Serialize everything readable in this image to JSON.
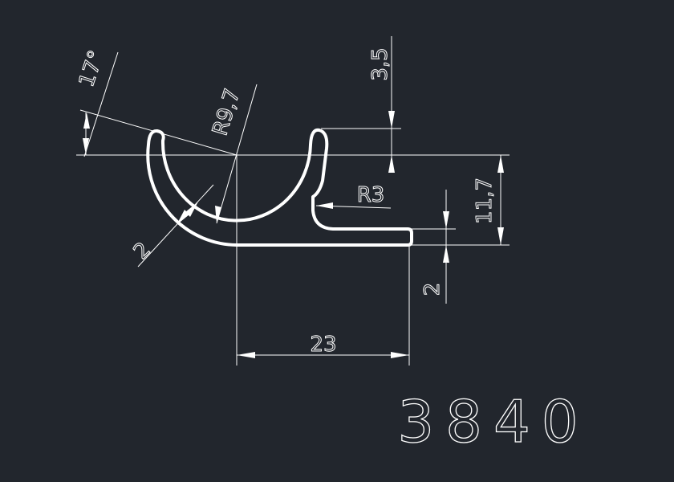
{
  "drawing": {
    "part_number": "3840",
    "dimensions": {
      "angle": "17°",
      "radius_main": "R9,7",
      "radius_small": "R3",
      "lip_height": "3,5",
      "total_height": "11,7",
      "wall_thickness_right": "2",
      "wall_thickness_arc": "2",
      "base_width": "23"
    }
  }
}
